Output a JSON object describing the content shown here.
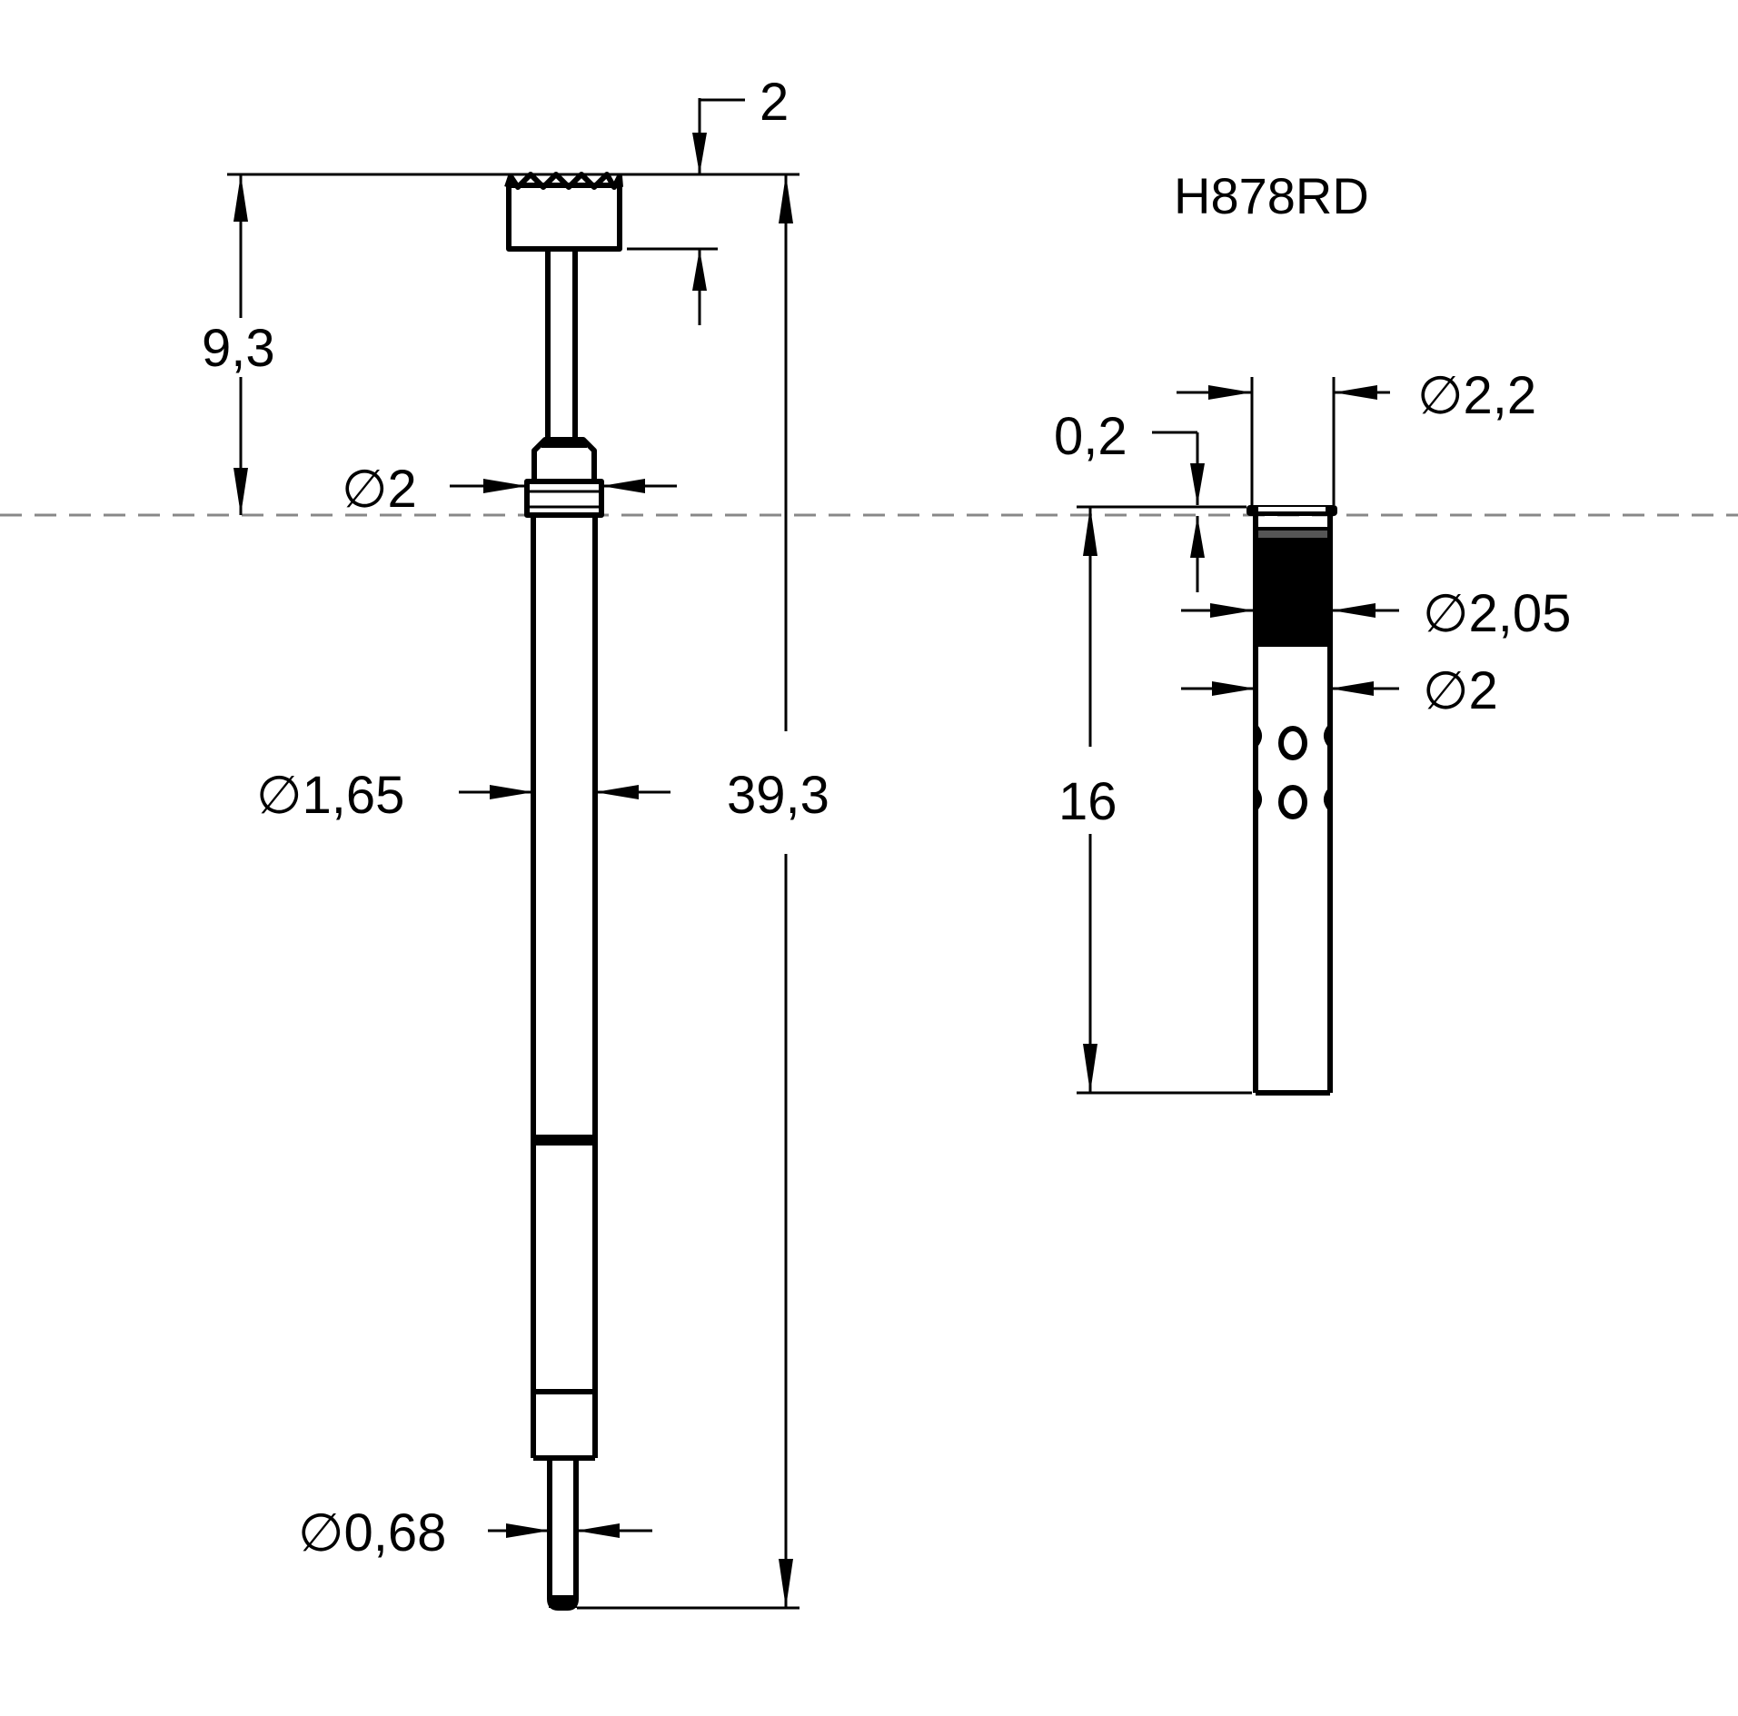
{
  "title": "H878RD",
  "colors": {
    "ink": "#000000",
    "centerline": "#888888",
    "background": "#ffffff"
  },
  "plunger": {
    "dims": {
      "tip_height": "2",
      "head_length": "9,3",
      "total_length": "39,3",
      "collar_diameter": "∅2",
      "barrel_diameter": "∅1,65",
      "tail_diameter": "∅0,68"
    }
  },
  "receptacle": {
    "dims": {
      "outer_diameter": "∅2,2",
      "collar_height": "0,2",
      "knurl_diameter": "∅2,05",
      "body_diameter": "∅2",
      "length": "16"
    }
  }
}
